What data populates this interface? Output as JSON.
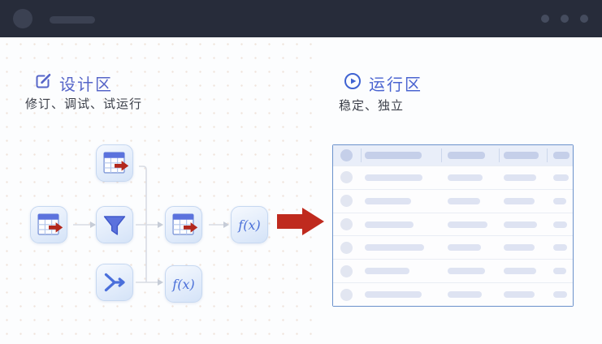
{
  "window": {
    "topbar": {
      "avatar": "avatar-skeleton",
      "title_placeholder": "window-title-skeleton",
      "controls": [
        "dot",
        "dot",
        "dot"
      ],
      "bg_color": "#272c3a"
    }
  },
  "design_area": {
    "icon": "edit-square-icon",
    "title": "设计区",
    "subtitle": "修订、调试、试运行",
    "title_color": "#5665c8",
    "nodes": [
      {
        "id": "table-source-top",
        "type": "table-export"
      },
      {
        "id": "table-source-left",
        "type": "table-export"
      },
      {
        "id": "filter",
        "type": "filter"
      },
      {
        "id": "table-result",
        "type": "table-export"
      },
      {
        "id": "function-1",
        "type": "function",
        "label": "f(x)"
      },
      {
        "id": "merge",
        "type": "merge"
      },
      {
        "id": "function-2",
        "type": "function",
        "label": "f(x)"
      }
    ]
  },
  "run_area": {
    "icon": "play-circle-icon",
    "title": "运行区",
    "subtitle": "稳定、独立",
    "title_color": "#4a64d0",
    "table": {
      "border_color": "#6a91cb",
      "header_bg": "#e9eef9",
      "bar_lefts": [
        39,
        141,
        210,
        271
      ],
      "divider_lefts": [
        34,
        133,
        204,
        263
      ],
      "header_widths": [
        70,
        46,
        43,
        20
      ],
      "rows": [
        [
          71,
          43,
          40,
          19
        ],
        [
          57,
          40,
          38,
          16
        ],
        [
          60,
          49,
          41,
          17
        ],
        [
          73,
          41,
          38,
          17
        ],
        [
          55,
          46,
          40,
          16
        ],
        [
          70,
          42,
          38,
          17
        ]
      ]
    }
  },
  "flow": {
    "connector_color": "#d8dce4",
    "node_accent": "#5b72dd",
    "export_arrow_color": "#b3281d",
    "big_arrow_color": "#bf2a1e"
  }
}
